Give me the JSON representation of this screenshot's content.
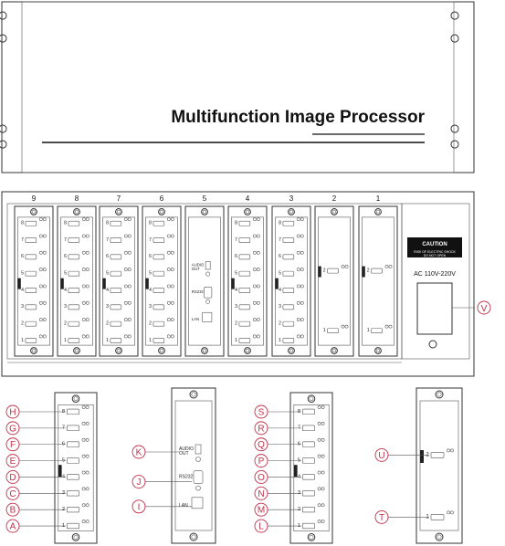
{
  "front": {
    "title": "Multifunction Image Processor"
  },
  "rear": {
    "slot_numbers": [
      "9",
      "8",
      "7",
      "6",
      "5",
      "4",
      "3",
      "2",
      "1"
    ],
    "port_numbers": [
      "8",
      "7",
      "6",
      "5",
      "4",
      "3",
      "2",
      "1"
    ],
    "io_card_labels": [
      "AUDIO\nOUT",
      "RS232",
      "LAN"
    ],
    "out_card_ports": [
      "2",
      "1"
    ],
    "caution_title": "CAUTION",
    "caution_sub": "RISK OF ELECTRIC SHOCK\nDO NOT OPEN",
    "power_label": "AC 110V-220V"
  },
  "callouts": {
    "power": "V",
    "input_card_1": [
      "H",
      "G",
      "F",
      "E",
      "D",
      "C",
      "B",
      "A"
    ],
    "io_card": [
      "K",
      "J",
      "I"
    ],
    "input_card_2": [
      "S",
      "R",
      "Q",
      "P",
      "O",
      "N",
      "M",
      "L"
    ],
    "output_card": [
      "U",
      "T"
    ]
  },
  "colors": {
    "line": "#333333",
    "callout": "#c0304a"
  }
}
